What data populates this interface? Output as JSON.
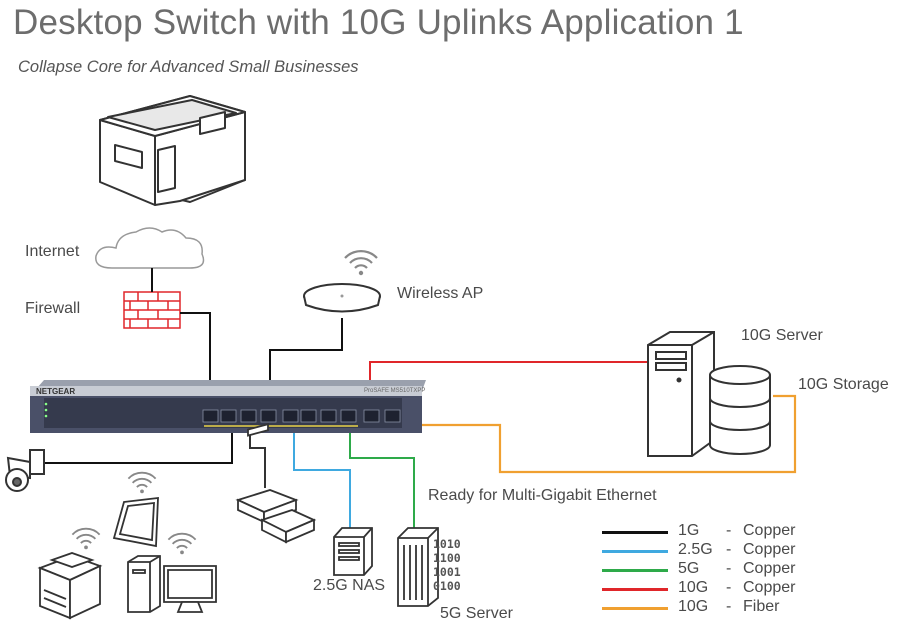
{
  "title": "Desktop Switch with 10G Uplinks Application 1",
  "subtitle": "Collapse Core for Advanced Small Businesses",
  "labels": {
    "internet": "Internet",
    "firewall": "Firewall",
    "wireless_ap": "Wireless AP",
    "server_10g": "10G Server",
    "storage_10g": "10G Storage",
    "multigig": "Ready for Multi-Gigabit Ethernet",
    "nas": "2.5G NAS",
    "server_5g": "5G Server"
  },
  "switch": {
    "brand": "NETGEAR",
    "model": "ProSAFE MS510TXPP"
  },
  "binary": [
    "1010",
    "1100",
    "1001",
    "0100"
  ],
  "legend": [
    {
      "speed": "1G",
      "medium": "Copper",
      "color": "#111111"
    },
    {
      "speed": "2.5G",
      "medium": "Copper",
      "color": "#3fa9e0"
    },
    {
      "speed": "5G",
      "medium": "Copper",
      "color": "#2eaa4a"
    },
    {
      "speed": "10G",
      "medium": "Copper",
      "color": "#e0262a"
    },
    {
      "speed": "10G",
      "medium": "Fiber",
      "color": "#f0a030"
    }
  ],
  "colors": {
    "copper_1g": "#111111",
    "copper_2_5g": "#3fa9e0",
    "copper_5g": "#2eaa4a",
    "copper_10g": "#e0262a",
    "fiber_10g": "#f0a030",
    "switch_body": "#4a5068",
    "firewall": "#e0262a"
  },
  "icons": [
    "building-icon",
    "cloud-icon",
    "firewall-icon",
    "wireless-ap-icon",
    "wifi-icon",
    "switch-icon",
    "tower-server-icon",
    "storage-icon",
    "security-camera-icon",
    "phone-icon",
    "nas-icon",
    "rack-server-icon",
    "printer-icon",
    "tablet-icon",
    "desktop-computer-icon"
  ]
}
